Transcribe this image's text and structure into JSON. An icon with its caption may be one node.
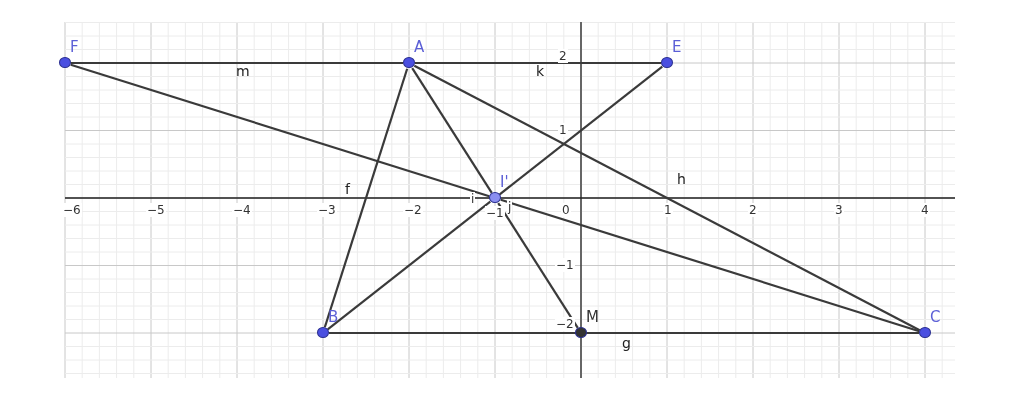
{
  "diagram": {
    "nodes": [
      {
        "text": [
          "F"
        ]
      },
      {
        "text": [
          "A"
        ]
      },
      {
        "text": [
          "E"
        ]
      },
      {
        "text": [
          "I'"
        ]
      },
      {
        "text": [
          "B"
        ]
      },
      {
        "text": [
          "M"
        ]
      },
      {
        "text": [
          "C"
        ]
      }
    ],
    "edges": [
      {
        "from": 0,
        "to": 1,
        "arrow": "none",
        "label": "m"
      },
      {
        "from": 1,
        "to": 2,
        "arrow": "none",
        "label": "k"
      },
      {
        "from": 0,
        "to": 3,
        "arrow": "none"
      },
      {
        "from": 3,
        "to": 6,
        "arrow": "none"
      },
      {
        "from": 1,
        "to": 4,
        "arrow": "none",
        "label": "f"
      },
      {
        "from": 1,
        "to": 3,
        "arrow": "none"
      },
      {
        "from": 3,
        "to": 5,
        "arrow": "none"
      },
      {
        "from": 1,
        "to": 6,
        "arrow": "none",
        "label": "h"
      },
      {
        "from": 2,
        "to": 3,
        "arrow": "none"
      },
      {
        "from": 3,
        "to": 4,
        "arrow": "none"
      },
      {
        "from": 4,
        "to": 6,
        "arrow": "none",
        "label": "g"
      }
    ],
    "labels": [
      "2",
      "1",
      "−6",
      "−5",
      "−4",
      "−3",
      "−2",
      "i",
      "−1",
      "j",
      "0",
      "1",
      "2",
      "3",
      "4",
      "−1",
      "−2"
    ]
  }
}
